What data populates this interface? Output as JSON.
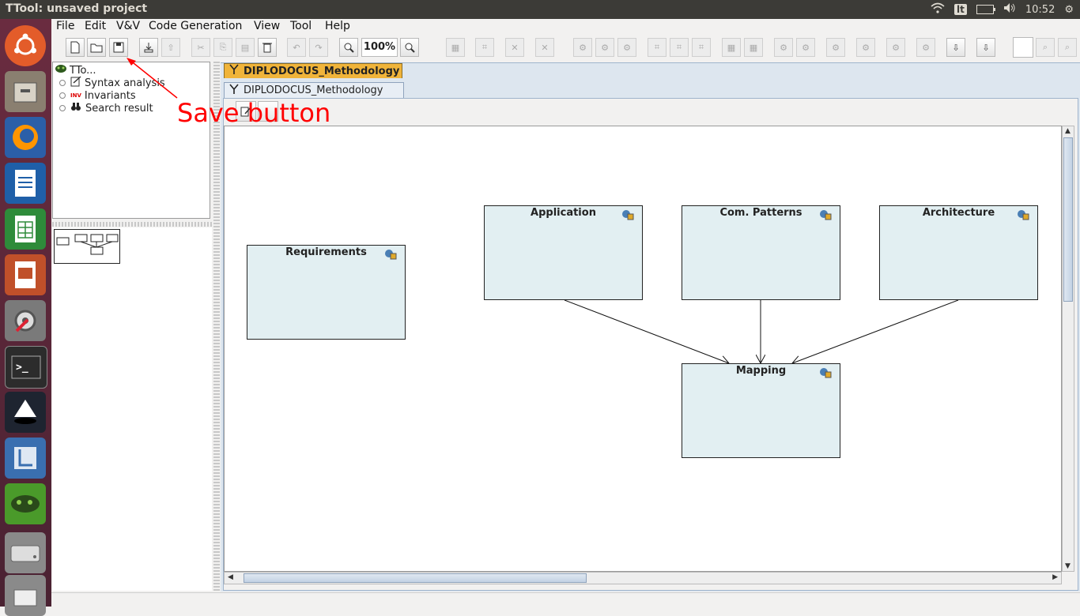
{
  "window": {
    "title": "TTool: unsaved project"
  },
  "tray": {
    "lang": "lt",
    "clock": "10:52"
  },
  "menu": {
    "items": [
      "File",
      "Edit",
      "V&V",
      "Code Generation",
      "View",
      "Tool",
      "Help"
    ]
  },
  "toolbar": {
    "zoom": "100%"
  },
  "tree": {
    "root": "TTo...",
    "items": [
      "Syntax analysis",
      "Invariants",
      "Search result"
    ],
    "inv_tag": "INV"
  },
  "tabs": {
    "main": "DIPLODOCUS_Methodology",
    "sub": "DIPLODOCUS_Methodology"
  },
  "diagram": {
    "blocks": [
      "Requirements",
      "Application",
      "Com. Patterns",
      "Architecture",
      "Mapping"
    ]
  },
  "annotation": {
    "text": "Save button",
    "color": "#ff0000"
  },
  "colors": {
    "tab_accent": "#f0b43a",
    "block_fill": "#e2eff2",
    "launcher": "#5b2a3e"
  }
}
